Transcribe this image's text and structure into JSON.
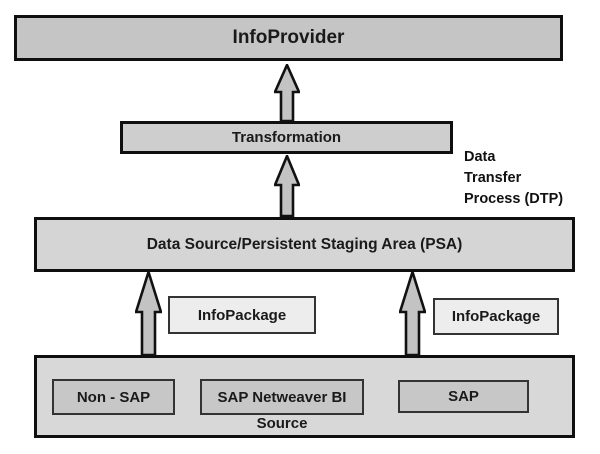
{
  "diagram": {
    "nodes": {
      "info_provider": "InfoProvider",
      "transformation": "Transformation",
      "psa": "Data Source/Persistent Staging Area (PSA)",
      "info_package_left": "InfoPackage",
      "info_package_right": "InfoPackage",
      "source_systems": {
        "non_sap": "Non - SAP",
        "sap_netweaver_bi": "SAP Netweaver BI",
        "sap": "SAP"
      },
      "source_label": "Source"
    },
    "annotations": {
      "dtp": [
        "Data",
        "Transfer",
        "Process (DTP)"
      ]
    },
    "colors": {
      "background": "#ffffff",
      "box_fill": "#c6c6c6",
      "psa_fill": "#d5d5d5",
      "source_panel_fill": "#d8d8d8",
      "info_package_fill": "#ededed",
      "border": "#0f0f0f",
      "arrow_fill": "#c3c3c3",
      "text": "#1a1a1a"
    }
  }
}
